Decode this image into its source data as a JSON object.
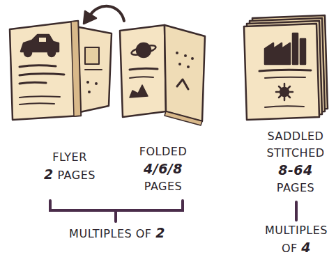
{
  "diagram": {
    "labels": [
      "FLYER 2 PAGES",
      "FOLDED 4/6/8 PAGES",
      "SADDLED STITCHED 8-64 PAGES",
      "MULTIPLES OF 2",
      "MULTIPLES OF 4"
    ]
  }
}
